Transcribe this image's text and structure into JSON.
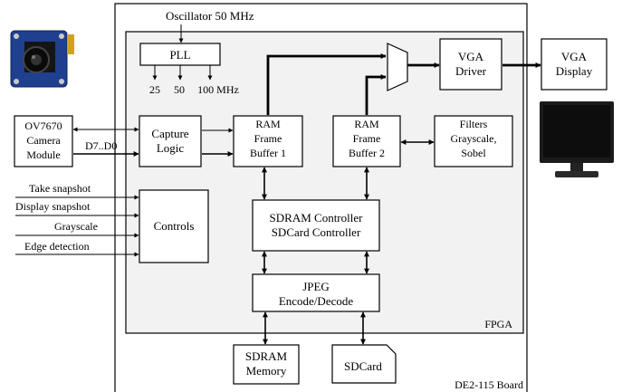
{
  "board": {
    "label": "DE2-115 Board"
  },
  "fpga": {
    "label": "FPGA"
  },
  "oscillator": {
    "label": "Oscillator 50 MHz"
  },
  "pll": {
    "label": "PLL",
    "outputs": [
      "25",
      "50",
      "100 MHz"
    ]
  },
  "camera": {
    "line1": "OV7670",
    "line2": "Camera",
    "line3": "Module",
    "bus_label": "D7..D0"
  },
  "capture": {
    "line1": "Capture",
    "line2": "Logic"
  },
  "ram1": {
    "line1": "RAM",
    "line2": "Frame",
    "line3": "Buffer 1"
  },
  "ram2": {
    "line1": "RAM",
    "line2": "Frame",
    "line3": "Buffer 2"
  },
  "filters": {
    "line1": "Filters",
    "line2": "Grayscale,",
    "line3": "Sobel"
  },
  "vga_driver": {
    "line1": "VGA",
    "line2": "Driver"
  },
  "vga_display": {
    "line1": "VGA",
    "line2": "Display"
  },
  "controls": {
    "label": "Controls",
    "inputs": [
      "Take snapshot",
      "Display snapshot",
      "Grayscale",
      "Edge detection"
    ]
  },
  "sdram_ctrl": {
    "line1": "SDRAM Controller",
    "line2": "SDCard Controller"
  },
  "jpeg": {
    "line1": "JPEG",
    "line2": "Encode/Decode"
  },
  "sdram_mem": {
    "line1": "SDRAM",
    "line2": "Memory"
  },
  "sdcard": {
    "label": "SDCard"
  }
}
